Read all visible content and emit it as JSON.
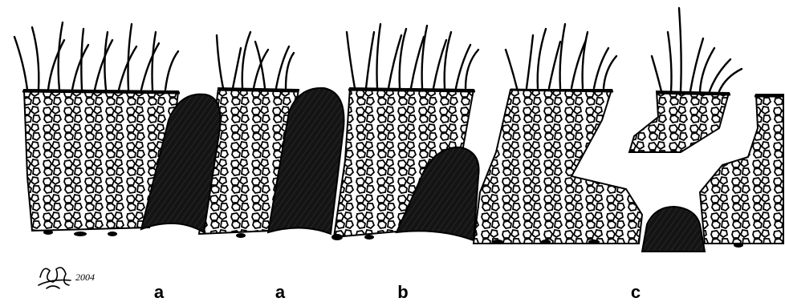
{
  "labels": {
    "a1": "a",
    "a2": "a",
    "b": "b",
    "c": "c"
  },
  "signature": {
    "text": "2004"
  },
  "colors": {
    "ink": "#000000",
    "paper": "#ffffff",
    "tunnel_fill": "#141414"
  },
  "icons": [
    "grass-tuft-icon",
    "rock-cell-icon",
    "burrow-tunnel-icon",
    "signature-icon"
  ]
}
